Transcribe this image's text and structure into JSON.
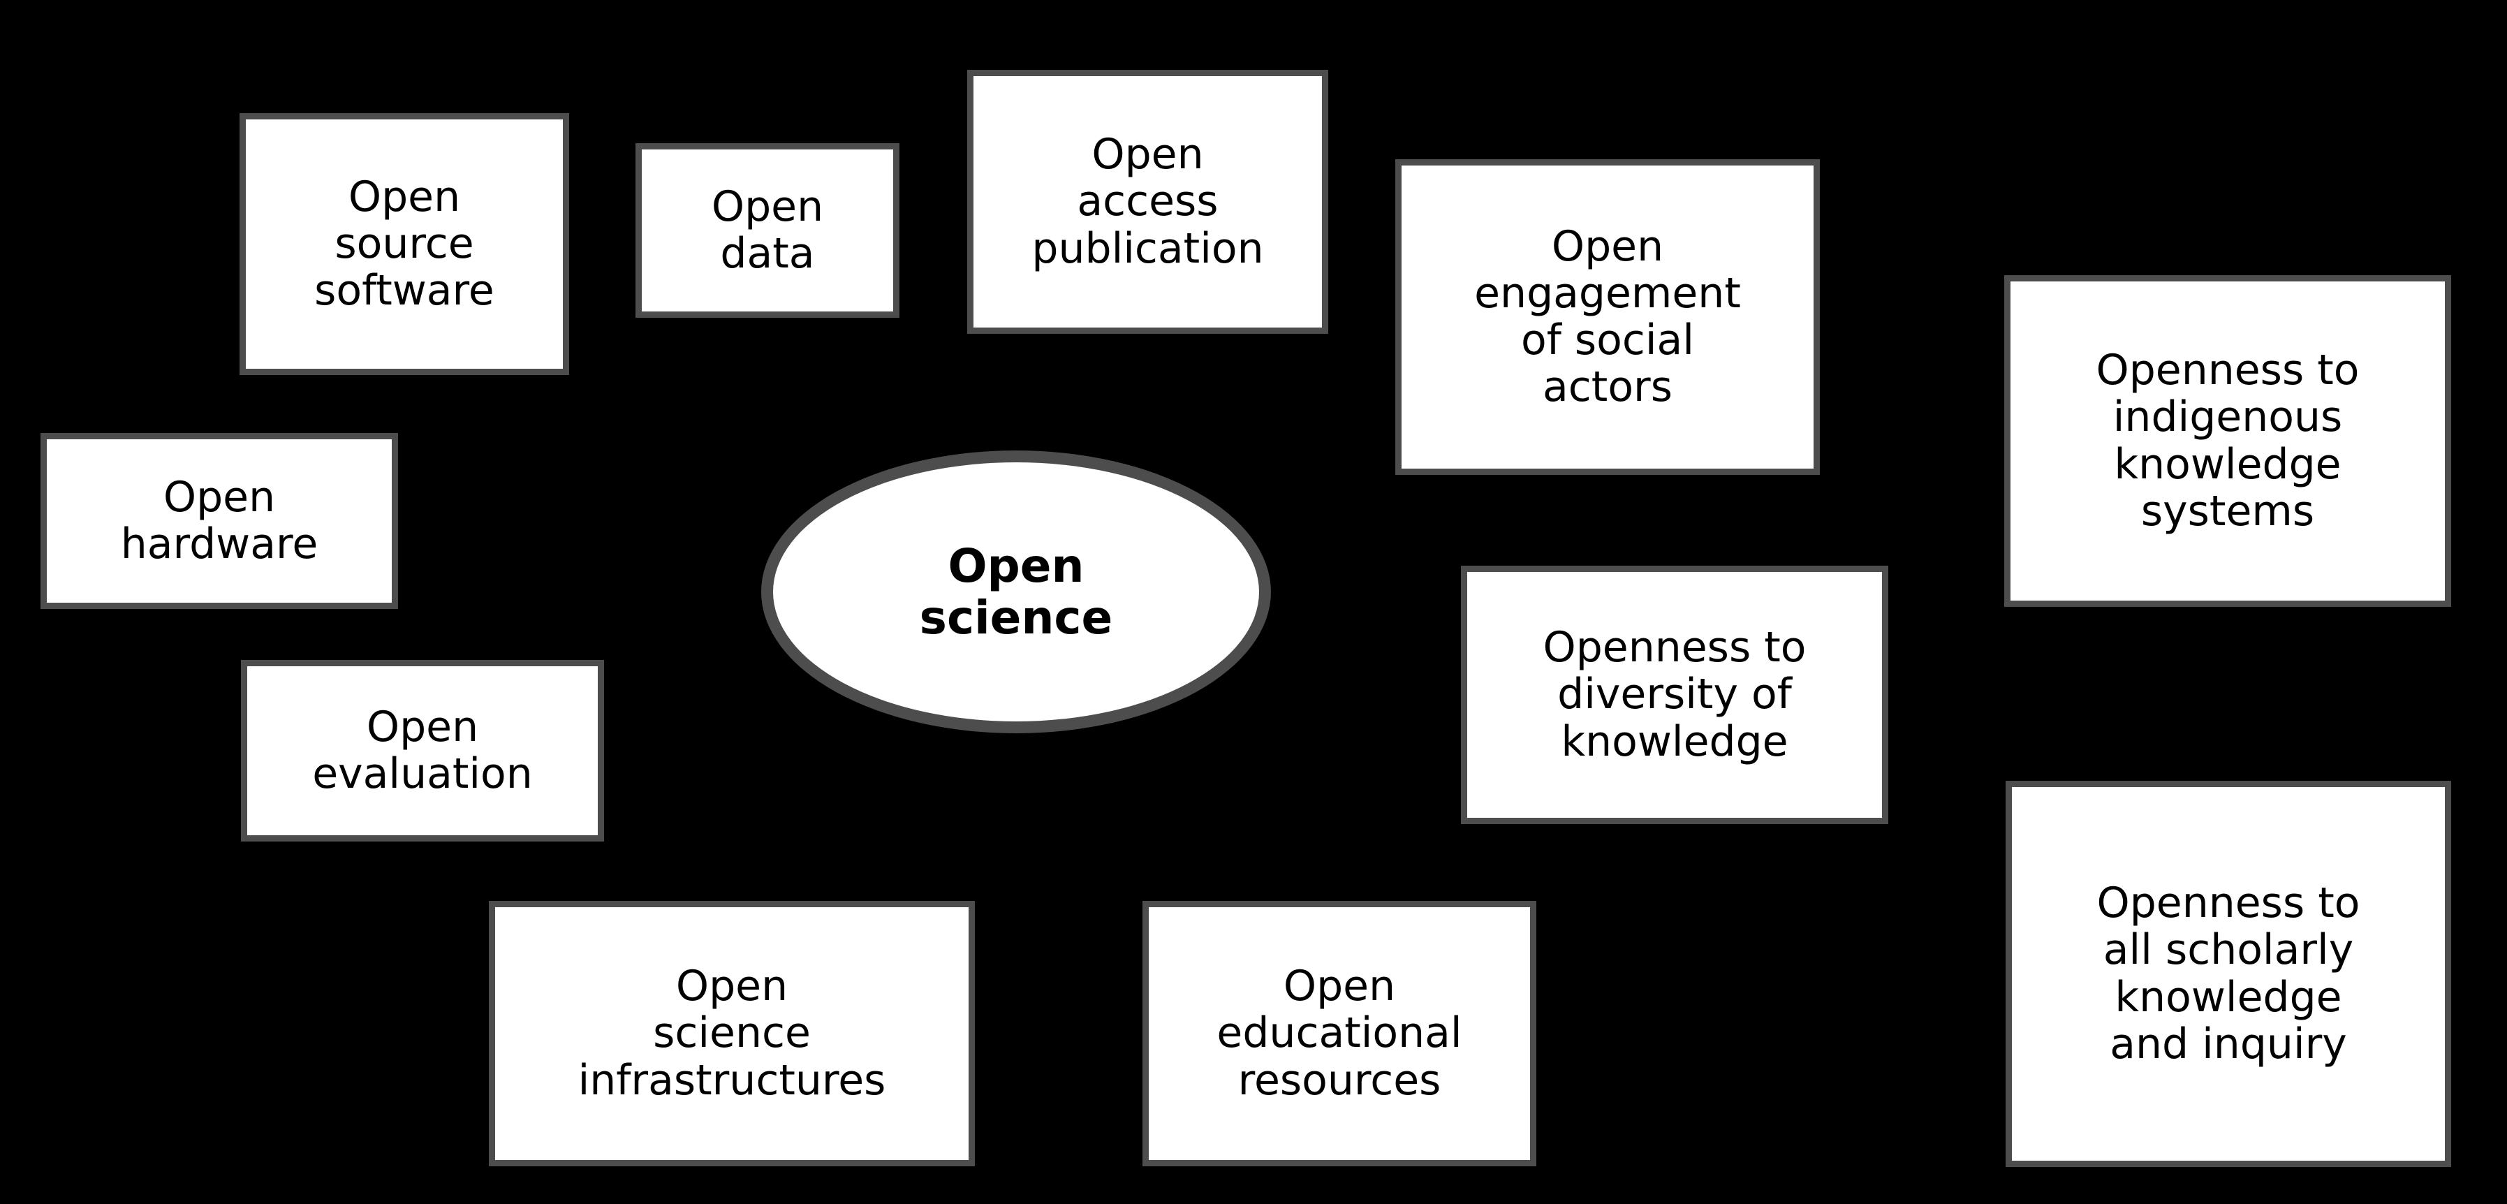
{
  "diagram": {
    "type": "hub-and-spoke concept map",
    "background_color": "#000000",
    "node_fill_color": "#ffffff",
    "node_border_color": "#4d4d4d",
    "node_text_color": "#000000",
    "center": {
      "label": "Open\nscience",
      "shape": "ellipse",
      "bold": true
    },
    "nodes": [
      {
        "id": "open-source-software",
        "label": "Open\nsource\nsoftware"
      },
      {
        "id": "open-data",
        "label": "Open\ndata"
      },
      {
        "id": "open-access-publication",
        "label": "Open\naccess\npublication"
      },
      {
        "id": "open-engagement-of-social-actors",
        "label": "Open\nengagement\nof social\nactors"
      },
      {
        "id": "openness-to-indigenous-knowledge-systems",
        "label": "Openness to\nindigenous\nknowledge\nsystems"
      },
      {
        "id": "open-hardware",
        "label": "Open\nhardware"
      },
      {
        "id": "openness-to-diversity-of-knowledge",
        "label": "Openness to\ndiversity of\nknowledge"
      },
      {
        "id": "open-evaluation",
        "label": "Open\nevaluation"
      },
      {
        "id": "openness-to-all-scholarly-knowledge-and-inquiry",
        "label": "Openness to\nall scholarly\nknowledge\nand inquiry"
      },
      {
        "id": "open-science-infrastructures",
        "label": "Open\nscience\ninfrastructures"
      },
      {
        "id": "open-educational-resources",
        "label": "Open\neducational\nresources"
      }
    ]
  }
}
